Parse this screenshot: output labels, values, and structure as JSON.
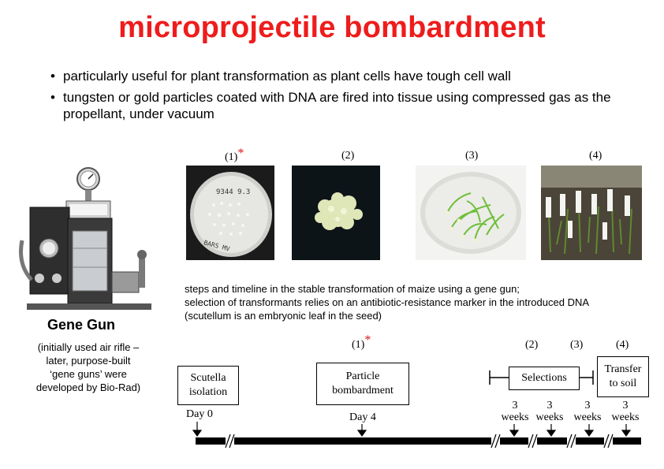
{
  "title": "microprojectile bombardment",
  "bullets": [
    "particularly useful for plant transformation as plant cells have tough cell wall",
    "tungsten or gold particles coated with DNA are fired into tissue using compressed gas as the propellant, under vacuum"
  ],
  "bullet_line2": "gas as the propellant, under vacuum",
  "bullet_line1b": "tungsten or gold particles coated with DNA are fired into tissue using compressed",
  "photos": [
    {
      "label": "(1)",
      "star": "*",
      "plate_text": "9344 9.3",
      "plate_text2": "BARS MV"
    },
    {
      "label": "(2)"
    },
    {
      "label": "(3)"
    },
    {
      "label": "(4)"
    }
  ],
  "caption_lines": [
    "steps and timeline in the stable transformation of maize using a gene gun;",
    "selection of transformants relies on an antibiotic-resistance marker in the introduced DNA",
    "(scutellum is an embryonic leaf in the seed)"
  ],
  "gene_gun": {
    "title": "Gene Gun",
    "note_lines": [
      "(initially used air rifle –",
      "later, purpose-built",
      "‘gene guns’ were",
      "developed by Bio-Rad)"
    ]
  },
  "timeline": {
    "boxes": {
      "scutella": [
        "Scutella",
        "isolation"
      ],
      "particle": [
        "Particle",
        "bombardment"
      ],
      "selections": "Selections",
      "transfer": [
        "Transfer",
        "to soil"
      ]
    },
    "step_labels": {
      "one": "(1)",
      "one_star": "*",
      "two": "(2)",
      "three": "(3)",
      "four": "(4)"
    },
    "day0": "Day 0",
    "day4": "Day 4",
    "weeks": [
      {
        "n": "3",
        "w": "weeks"
      },
      {
        "n": "3",
        "w": "weeks"
      },
      {
        "n": "3",
        "w": "weeks"
      },
      {
        "n": "3",
        "w": "weeks"
      }
    ]
  }
}
